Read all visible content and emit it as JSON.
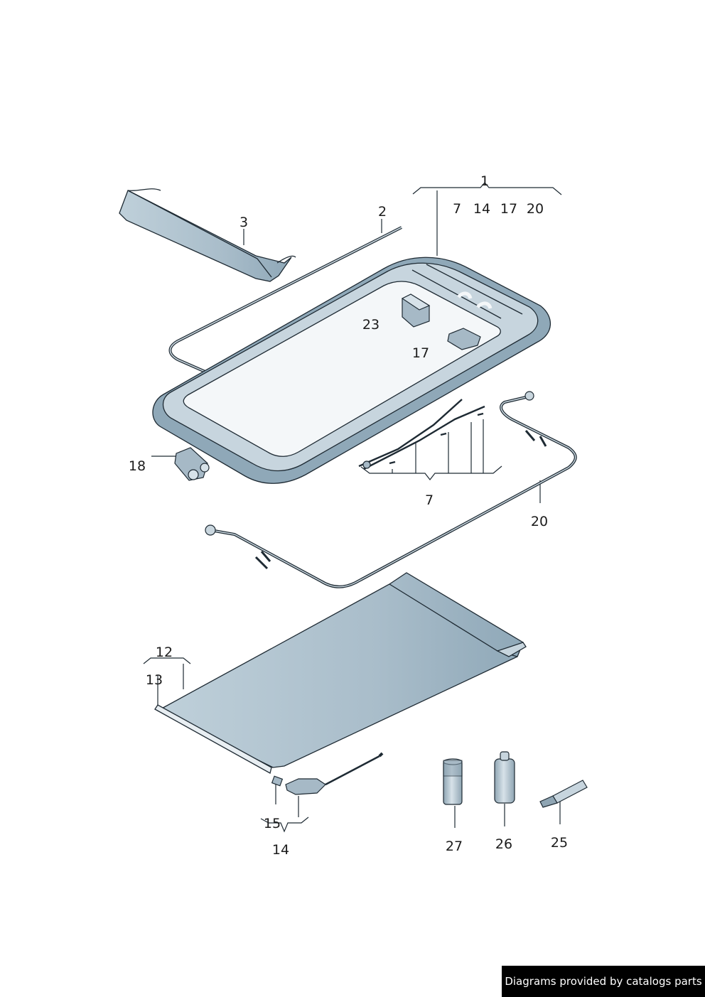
{
  "callouts": {
    "c1": "1",
    "c1_7": "7",
    "c1_14": "14",
    "c1_17": "17",
    "c1_20": "20",
    "c2": "2",
    "c3": "3",
    "c23": "23",
    "c17": "17",
    "c18": "18",
    "c7": "7",
    "c20": "20",
    "c12": "12",
    "c13": "13",
    "c15": "15",
    "c14": "14",
    "c27": "27",
    "c26": "26",
    "c25": "25"
  },
  "footer": {
    "credit": "Diagrams provided by catalogs parts"
  },
  "colors": {
    "part_fill": "#b4c8d4",
    "part_dark": "#6f8ea2",
    "line": "#1e2a33",
    "accent_bg": "#000000"
  }
}
